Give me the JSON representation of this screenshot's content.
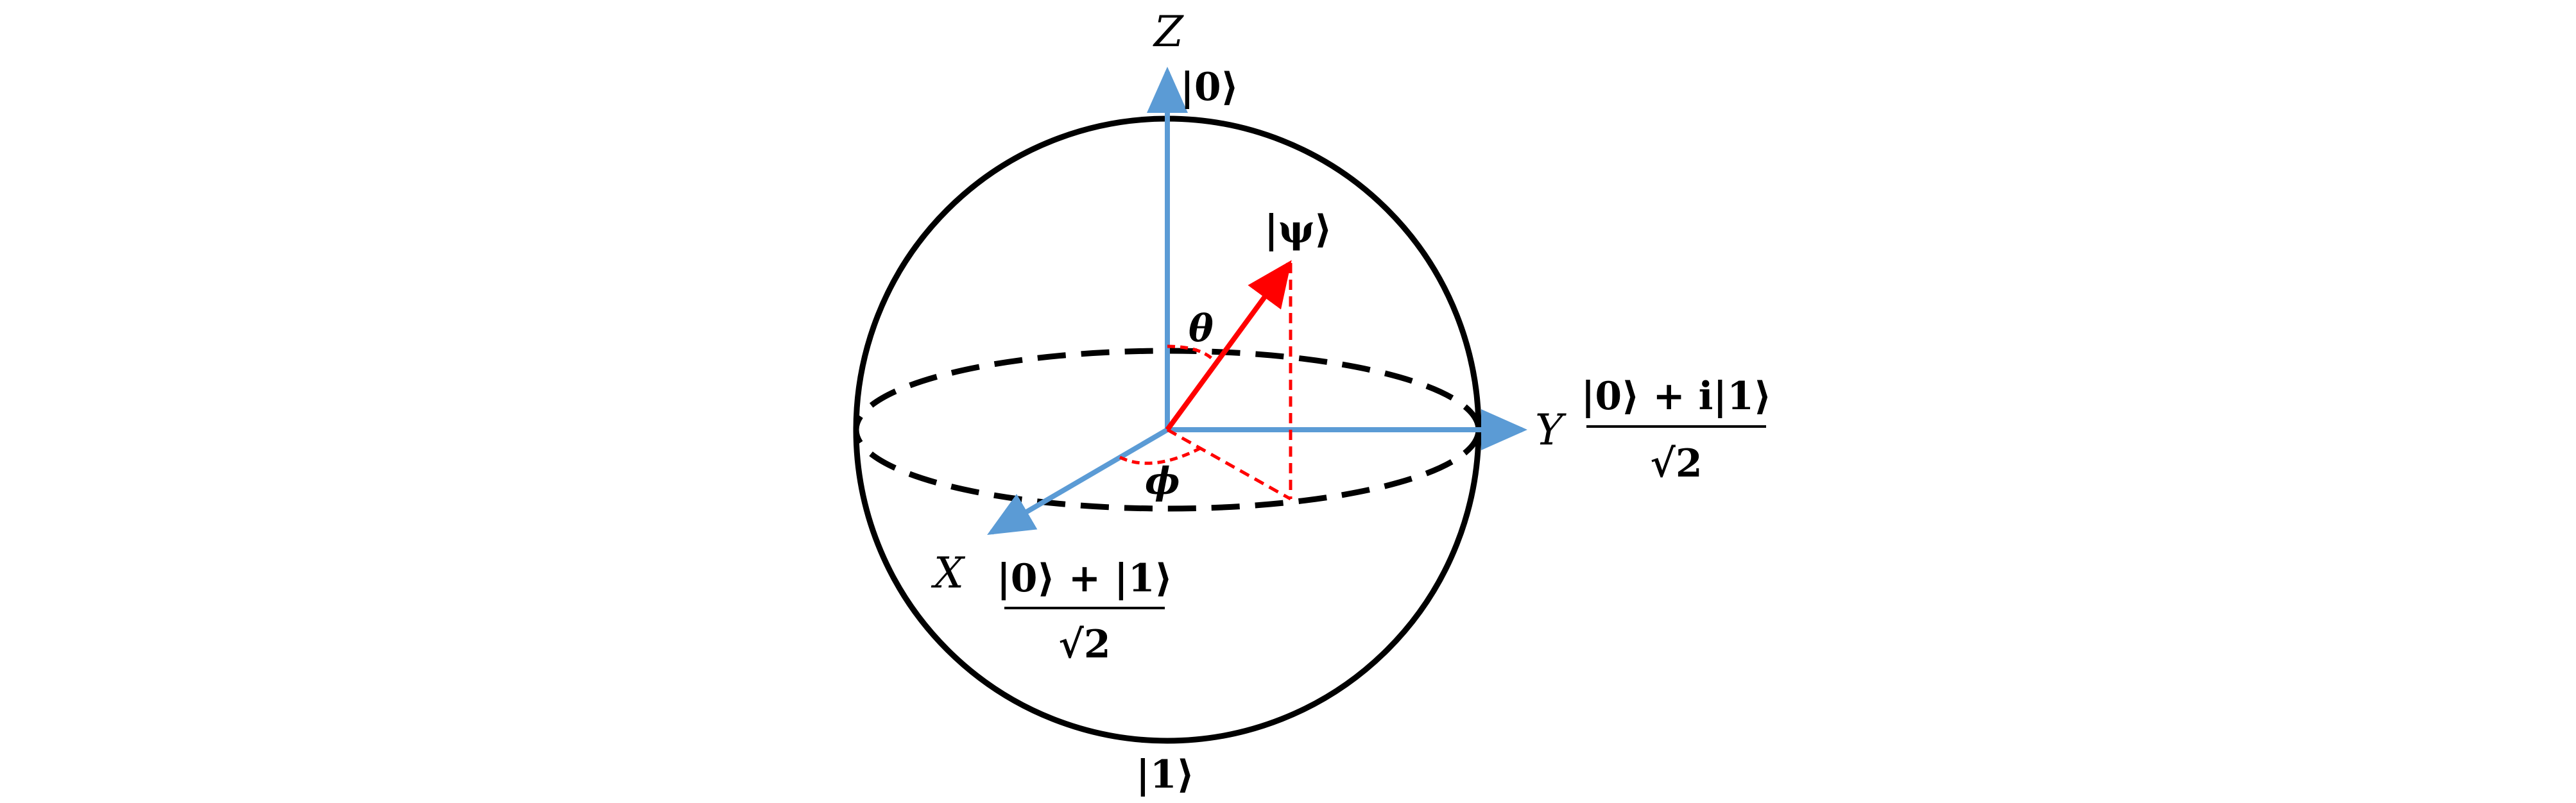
{
  "colors": {
    "axis": "#5B9BD5",
    "state_vector": "#FF0000",
    "sphere": "#000000"
  },
  "labels": {
    "z_axis": "Z",
    "y_axis": "Y",
    "x_axis": "X",
    "ket_zero": "|0⟩",
    "ket_one": "|1⟩",
    "ket_psi": "|ψ⟩",
    "theta": "θ",
    "phi": "ϕ",
    "y_state_numerator": "|0⟩ + i|1⟩",
    "y_state_denominator": "√2",
    "x_state_numerator": "|0⟩ + |1⟩",
    "x_state_denominator": "√2"
  }
}
